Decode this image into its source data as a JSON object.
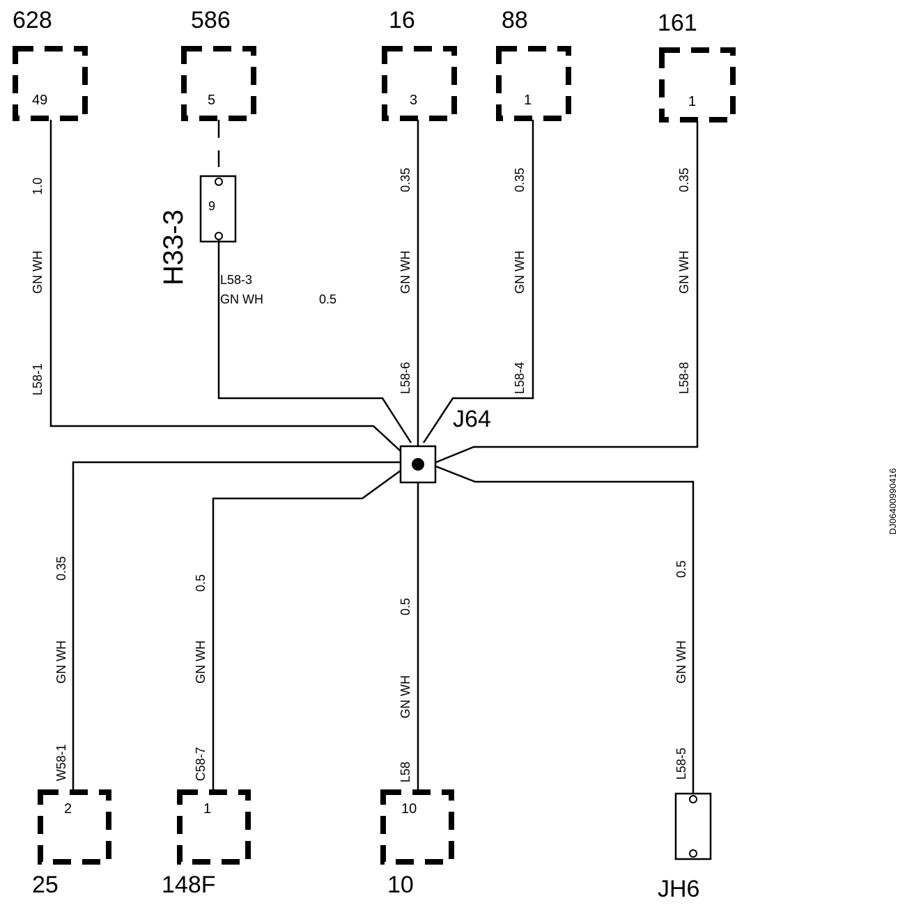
{
  "top_components": [
    {
      "number": "628",
      "pin": "49"
    },
    {
      "number": "586",
      "pin": "5"
    },
    {
      "number": "16",
      "pin": "3"
    },
    {
      "number": "88",
      "pin": "1"
    },
    {
      "number": "161",
      "pin": "1"
    }
  ],
  "bottom_components": [
    {
      "number": "25",
      "pin": "2"
    },
    {
      "number": "148F",
      "pin": "1"
    },
    {
      "number": "10",
      "pin": "10"
    },
    {
      "number": "JH6"
    }
  ],
  "inline_connector": {
    "name": "H33-3",
    "pin": "9"
  },
  "splice": {
    "name": "J64"
  },
  "wires": [
    {
      "circuit": "L58-1",
      "color": "GN WH",
      "size": "1.0"
    },
    {
      "circuit": "L58-3",
      "color": "GN WH",
      "size": "0.5"
    },
    {
      "circuit": "L58-6",
      "color": "GN WH",
      "size": "0.35"
    },
    {
      "circuit": "L58-4",
      "color": "GN WH",
      "size": "0.35"
    },
    {
      "circuit": "L58-8",
      "color": "GN WH",
      "size": "0.35"
    },
    {
      "circuit": "W58-1",
      "color": "GN WH",
      "size": "0.35"
    },
    {
      "circuit": "C58-7",
      "color": "GN WH",
      "size": "0.5"
    },
    {
      "circuit": "L58",
      "color": "GN WH",
      "size": "0.5"
    },
    {
      "circuit": "L58-5",
      "color": "GN WH",
      "size": "0.5"
    }
  ],
  "doc_id": "DJ06400990416"
}
